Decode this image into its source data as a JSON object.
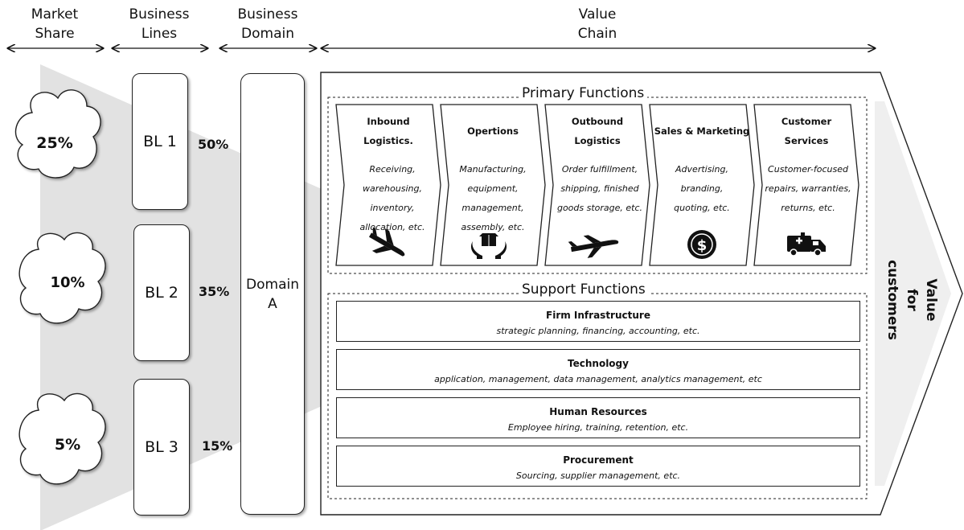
{
  "headers": {
    "market_share": "Market\nShare",
    "business_lines": "Business\nLines",
    "business_domain": "Business\nDomain",
    "value_chain": "Value\nChain"
  },
  "market_shares": [
    "25%",
    "10%",
    "5%"
  ],
  "business_lines": [
    {
      "label": "BL 1",
      "percent": "50%"
    },
    {
      "label": "BL 2",
      "percent": "35%"
    },
    {
      "label": "BL 3",
      "percent": "15%"
    }
  ],
  "domain": {
    "label": "Domain\nA"
  },
  "primary_functions": {
    "title": "Primary Functions",
    "items": [
      {
        "title": "Inbound\nLogistics.",
        "desc": [
          "Receiving,",
          "warehousing,",
          "inventory,",
          "allocation, etc."
        ],
        "icon": "airplane-landing-icon"
      },
      {
        "title": "Opertions",
        "desc": [
          "Manufacturing,",
          "equipment,",
          "management,",
          "assembly, etc."
        ],
        "icon": "hands-box-icon"
      },
      {
        "title": "Outbound\nLogistics",
        "desc": [
          "Order fulfillment,",
          "shipping, finished",
          "goods storage, etc."
        ],
        "icon": "airplane-takeoff-icon"
      },
      {
        "title": "Sales & Marketing",
        "desc": [
          "Advertising,",
          "branding,",
          "quoting, etc."
        ],
        "icon": "dollar-coin-icon"
      },
      {
        "title": "Customer\nServices",
        "desc": [
          "Customer-focused",
          "repairs, warranties,",
          "returns, etc."
        ],
        "icon": "ambulance-icon"
      }
    ]
  },
  "support_functions": {
    "title": "Support Functions",
    "items": [
      {
        "title": "Firm Infrastructure",
        "desc": "strategic planning, financing, accounting, etc."
      },
      {
        "title": "Technology",
        "desc": "application, management, data management, analytics management, etc"
      },
      {
        "title": "Human Resources",
        "desc": "Employee hiring, training, retention, etc."
      },
      {
        "title": "Procurement",
        "desc": "Sourcing, supplier management, etc."
      }
    ]
  },
  "value_label": "Value\nfor\ncustomers",
  "colors": {
    "funnel": "#e2e2e2",
    "chevron": "#efefef",
    "stroke": "#222222"
  }
}
